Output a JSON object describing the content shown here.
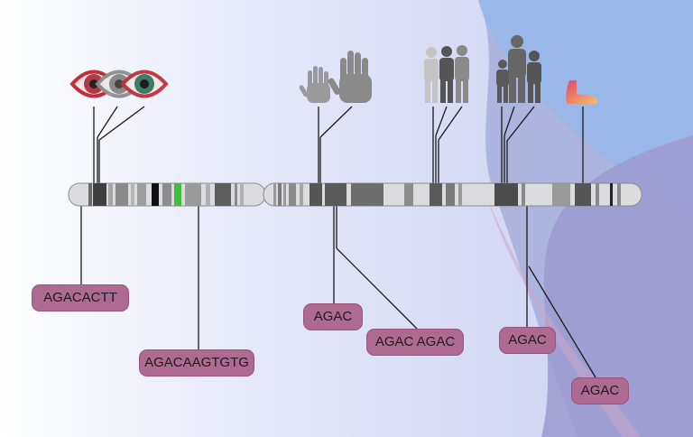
{
  "sequences": {
    "s1": "AGACACTT",
    "s2": "AGACAAGTGTG",
    "s3": "AGAC",
    "s4": "AGAC AGAC",
    "s5": "AGAC",
    "s6": "AGAC"
  },
  "icons": [
    "eye-icon",
    "hand-icon",
    "family-icon",
    "foot-icon"
  ],
  "colors": {
    "label_fill": "#ae6a90",
    "chromosome_fill": "#dcdcdf",
    "highlight_band": "#3fbf3a",
    "background_left": "#ffffff",
    "background_right": "#9aa6e0"
  }
}
